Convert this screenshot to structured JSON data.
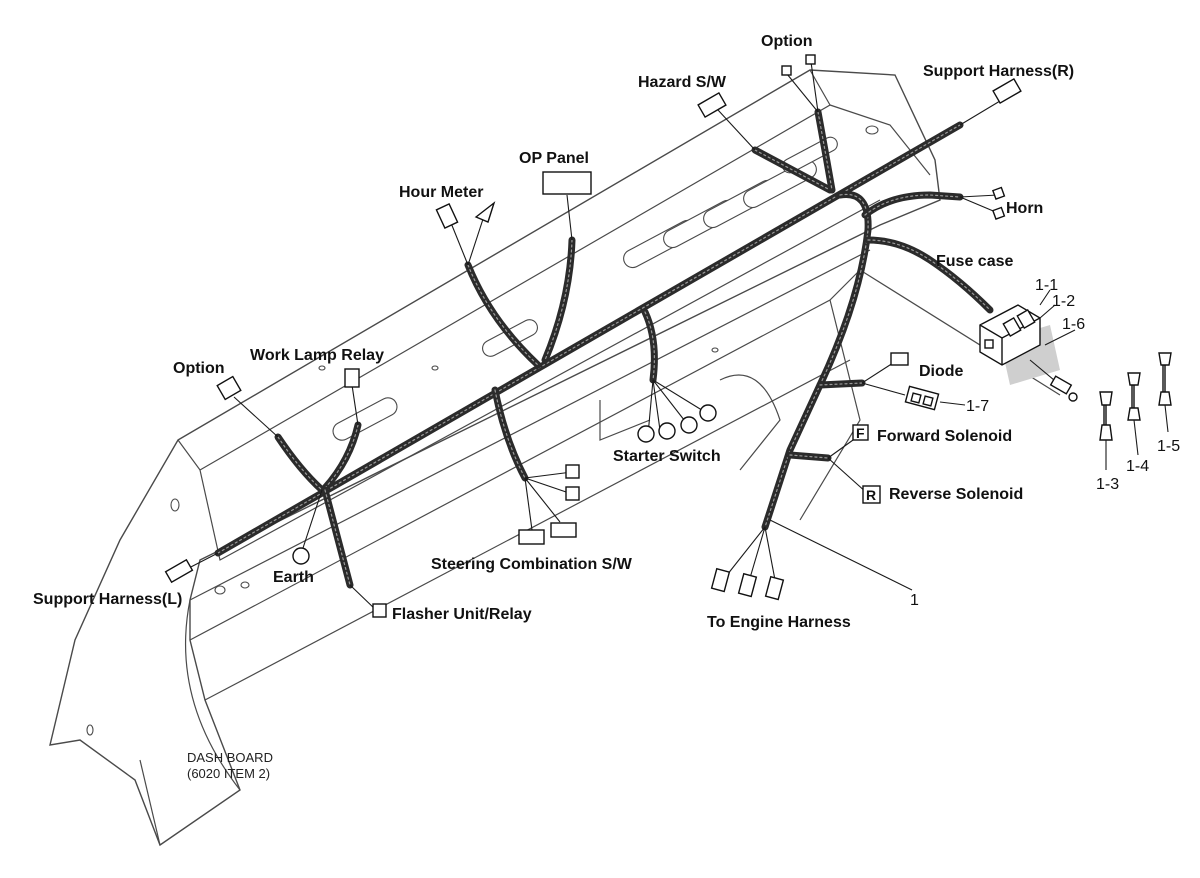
{
  "diagram": {
    "labels": {
      "option_top": "Option",
      "support_harness_r": "Support Harness(R)",
      "hazard_sw": "Hazard S/W",
      "op_panel": "OP Panel",
      "hour_meter": "Hour Meter",
      "horn": "Horn",
      "fuse_case": "Fuse case",
      "option_left": "Option",
      "work_lamp_relay": "Work Lamp Relay",
      "diode": "Diode",
      "forward_solenoid": "Forward Solenoid",
      "reverse_solenoid": "Reverse Solenoid",
      "starter_switch": "Starter Switch",
      "steering_combination_sw": "Steering Combination S/W",
      "earth": "Earth",
      "support_harness_l": "Support Harness(L)",
      "flasher_unit_relay": "Flasher Unit/Relay",
      "to_engine_harness": "To Engine Harness",
      "dash_board_line1": "DASH BOARD",
      "dash_board_line2": "(6020 ITEM 2)"
    },
    "part_numbers": {
      "p1": "1",
      "p1_1": "1-1",
      "p1_2": "1-2",
      "p1_3": "1-3",
      "p1_4": "1-4",
      "p1_5": "1-5",
      "p1_6": "1-6",
      "p1_7": "1-7"
    },
    "connector_letters": {
      "forward": "F",
      "reverse": "R"
    }
  }
}
